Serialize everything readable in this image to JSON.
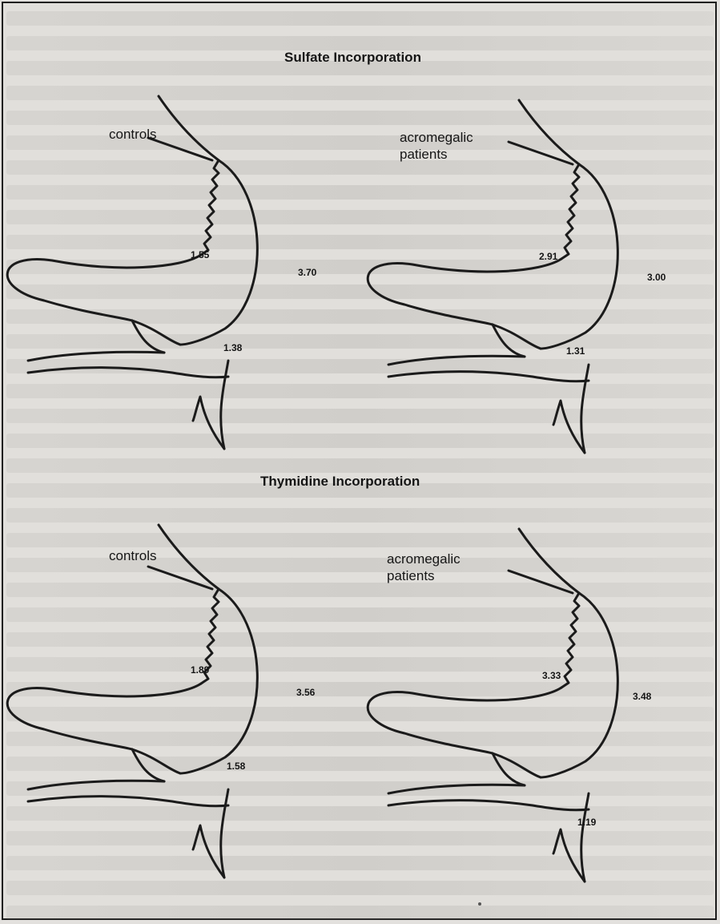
{
  "panels": {
    "sulfate": {
      "title": "Sulfate Incorporation",
      "controls": {
        "label": "controls",
        "v1": "1.55",
        "v2": "3.70",
        "v3": "1.38"
      },
      "acromegalic": {
        "label_line1": "acromegalic",
        "label_line2": "patients",
        "v1": "2.91",
        "v2": "3.00",
        "v3": "1.31"
      }
    },
    "thymidine": {
      "title": "Thymidine Incorporation",
      "controls": {
        "label": "controls",
        "v1": "1.89",
        "v2": "3.56",
        "v3": "1.58"
      },
      "acromegalic": {
        "label_line1": "acromegalic",
        "label_line2": "patients",
        "v1": "3.33",
        "v2": "3.48",
        "v3": "1.19"
      }
    }
  },
  "colors": {
    "ink": "#1b1b1b",
    "paper": "#e1dfdb"
  }
}
